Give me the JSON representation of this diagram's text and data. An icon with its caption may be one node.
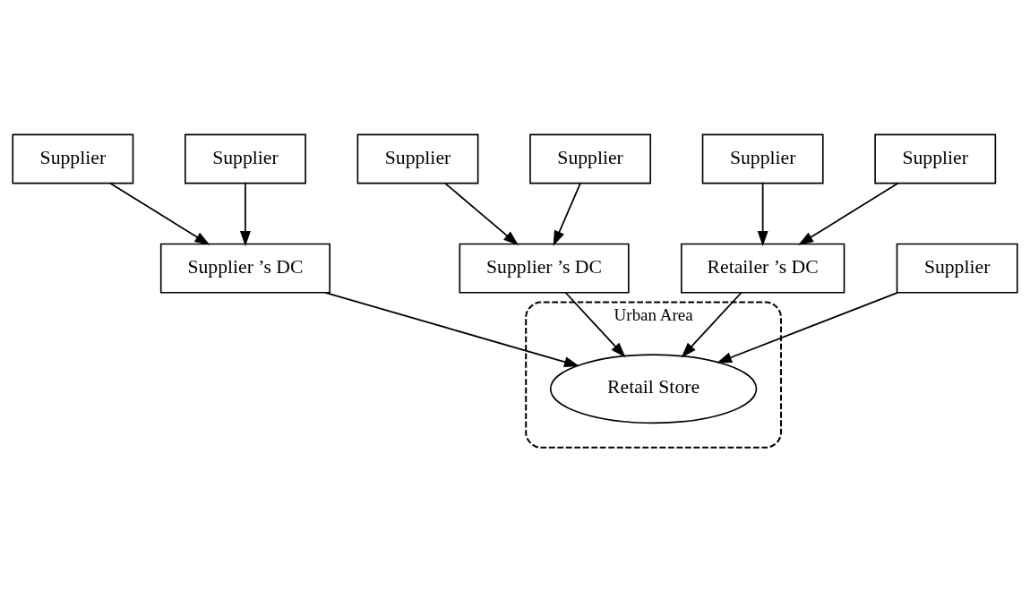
{
  "diagram": {
    "nodes": [
      {
        "text": [
          "Supplier"
        ]
      },
      {
        "text": [
          "Supplier"
        ]
      },
      {
        "text": [
          "Supplier"
        ]
      },
      {
        "text": [
          "Supplier"
        ]
      },
      {
        "text": [
          "Supplier ’s DC"
        ]
      },
      {
        "text": [
          "Supplier ’s DC"
        ]
      },
      {
        "text": [
          "Supplier"
        ]
      },
      {
        "text": [
          "Urban Area"
        ]
      },
      {
        "text": [
          "Retailer ’s DC"
        ]
      },
      {
        "text": [
          "Retail Store"
        ],
        "in": 7
      },
      {
        "text": [
          "Supplier"
        ]
      },
      {
        "text": [
          "Supplier"
        ]
      }
    ],
    "edges": [
      {
        "from": 0,
        "to": 4,
        "arrow": "to"
      },
      {
        "from": 1,
        "to": 4,
        "arrow": "to"
      },
      {
        "from": 2,
        "to": 5,
        "arrow": "to"
      },
      {
        "from": 3,
        "to": 5,
        "arrow": "to"
      },
      {
        "from": 4,
        "to": 9,
        "arrow": "to"
      },
      {
        "from": 5,
        "to": 9,
        "arrow": "to"
      },
      {
        "from": 6,
        "to": 8,
        "arrow": "to"
      },
      {
        "from": 11,
        "to": 8,
        "arrow": "to"
      },
      {
        "from": 8,
        "to": 9,
        "arrow": "to"
      },
      {
        "from": 10,
        "to": 9,
        "arrow": "to"
      }
    ]
  }
}
